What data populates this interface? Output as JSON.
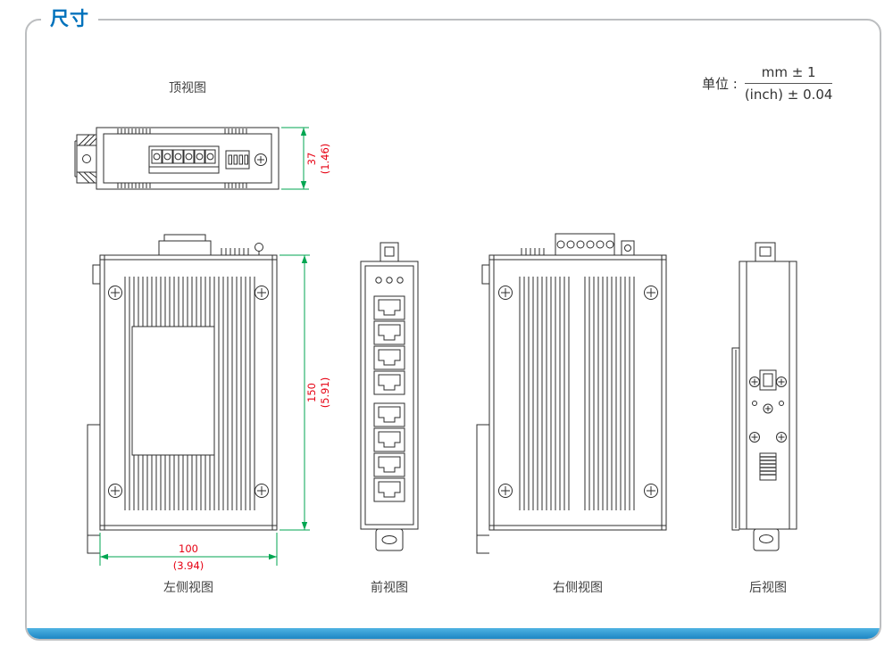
{
  "title": "尺寸",
  "unit": {
    "label": "单位 :",
    "numerator": "mm ± 1",
    "denominator": "(inch) ± 0.04"
  },
  "views": {
    "top": {
      "label": "顶视图"
    },
    "left": {
      "label": "左侧视图"
    },
    "front": {
      "label": "前视图"
    },
    "right": {
      "label": "右侧视图"
    },
    "rear": {
      "label": "后视图"
    }
  },
  "dimensions": {
    "height_top": {
      "mm": "37",
      "inch": "(1.46)"
    },
    "height_side": {
      "mm": "150",
      "inch": "(5.91)"
    },
    "width_side": {
      "mm": "100",
      "inch": "(3.94)"
    }
  },
  "colors": {
    "accent_blue": "#0072bc",
    "dimension_line_green": "#00a651",
    "dimension_text_red": "#e60012",
    "frame_border_gray": "#bcbec0",
    "footer_bar_blue": "#2e9bd6",
    "drawing_line": "#2e2e2e"
  }
}
